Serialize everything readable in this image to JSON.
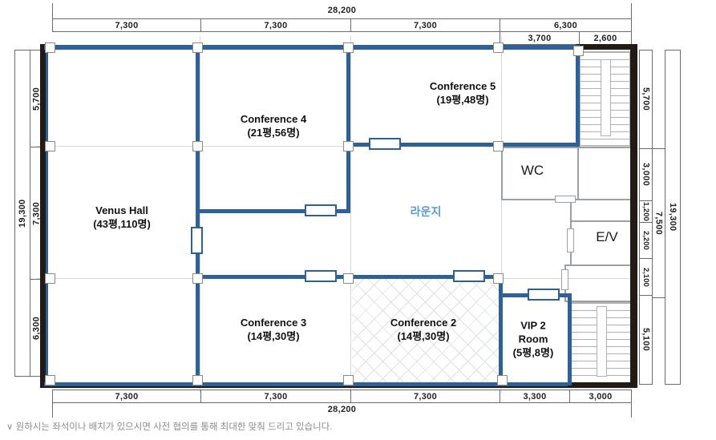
{
  "rooms": {
    "venus_hall": {
      "name": "Venus Hall",
      "capacity": "(43평,110명)"
    },
    "conference4": {
      "name": "Conference 4",
      "capacity": "(21평,56명)"
    },
    "conference5": {
      "name": "Conference 5",
      "capacity": "(19평,48명)"
    },
    "conference3": {
      "name": "Conference 3",
      "capacity": "(14평,30명)"
    },
    "conference2": {
      "name": "Conference 2",
      "capacity": "(14평,30명)"
    },
    "vip2": {
      "name": "VIP 2",
      "name2": "Room",
      "capacity": "(5평,8명)"
    },
    "lounge": {
      "name": "라운지"
    },
    "wc": {
      "name": "WC"
    },
    "elevator": {
      "name": "E/V"
    }
  },
  "dims": {
    "top_total": "28,200",
    "top_row1": [
      "7,300",
      "7,300",
      "7,300",
      "6,300"
    ],
    "top_row2": [
      "3,700",
      "2,600"
    ],
    "left_total": "19,300",
    "left_segs": [
      "5,700",
      "7,300",
      "6,300"
    ],
    "right_segs": [
      "5,700",
      "3,000",
      "1,200",
      "2,200",
      "2,100",
      "5,100"
    ],
    "right_mid": "7,500",
    "right_total": "19,300",
    "bottom_row": [
      "7,300",
      "7,300",
      "7,300",
      "3,300",
      "3,000"
    ],
    "bottom_total": "28,200"
  },
  "note": "∨ 원하시는 좌석이나 배치가 있으시면 사전 협의를 통해 최대한 맞춰 드리고 있습니다.",
  "colors": {
    "wall_blue": "#2e6195",
    "wall_black": "#211b15",
    "wall_gray": "#9aa0a6",
    "lounge_text": "#5b9bd5"
  }
}
